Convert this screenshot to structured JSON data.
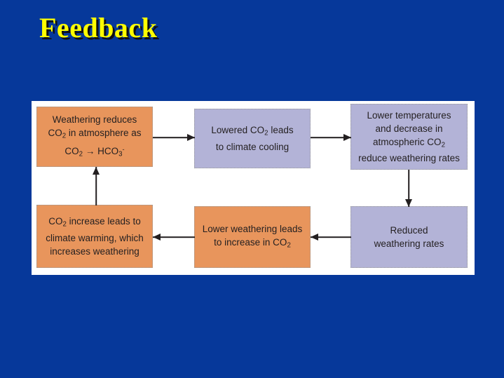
{
  "slide": {
    "title": "Feedback",
    "background_color": "#06389a",
    "title_color": "#ffff00",
    "panel_color": "#ffffff"
  },
  "palette": {
    "orange_box": "#e8955c",
    "purple_box": "#b3b3d7",
    "text": "#231f20",
    "arrow": "#231f20"
  },
  "diagram": {
    "type": "cycle-flowchart",
    "boxes": [
      {
        "id": "weathering-reduces",
        "color": "orange",
        "lines": [
          "Weathering reduces",
          "CO2 in atmosphere as",
          "CO2 -> HCO3-"
        ],
        "line1": "Weathering reduces",
        "line2_pre": "CO",
        "line2_sub": "2",
        "line2_post": " in atmosphere as",
        "line3_pre": "CO",
        "line3_sub": "2",
        "line3_mid": " → HCO",
        "line3_sub2": "3",
        "line3_sup": "-"
      },
      {
        "id": "lowered-co2",
        "color": "purple",
        "line1_pre": "Lowered CO",
        "line1_sub": "2",
        "line1_post": " leads",
        "line2": "to climate cooling"
      },
      {
        "id": "lower-temperatures",
        "color": "purple",
        "line1": "Lower temperatures",
        "line2": "and decrease in",
        "line3_pre": "atmospheric CO",
        "line3_sub": "2",
        "line4": "reduce weathering rates"
      },
      {
        "id": "reduced-weathering-rates",
        "color": "purple",
        "line1": "Reduced",
        "line2": "weathering rates"
      },
      {
        "id": "lower-weathering",
        "color": "orange",
        "line1": "Lower weathering leads",
        "line2_pre": "to increase in CO",
        "line2_sub": "2"
      },
      {
        "id": "co2-increase",
        "color": "orange",
        "line1_pre": "CO",
        "line1_sub": "2",
        "line1_post": " increase leads to",
        "line2": "climate warming, which",
        "line3": "increases weathering"
      }
    ],
    "arrows": [
      {
        "id": "weathering-to-cooling",
        "from": "weathering-reduces",
        "to": "lowered-co2",
        "direction": "right"
      },
      {
        "id": "cooling-to-lowertemp",
        "from": "lowered-co2",
        "to": "lower-temperatures",
        "direction": "right"
      },
      {
        "id": "lowertemp-to-reduced",
        "from": "lower-temperatures",
        "to": "reduced-weathering-rates",
        "direction": "down"
      },
      {
        "id": "reduced-to-lowerweath",
        "from": "reduced-weathering-rates",
        "to": "lower-weathering",
        "direction": "left"
      },
      {
        "id": "lowerweath-to-co2inc",
        "from": "lower-weathering",
        "to": "co2-increase",
        "direction": "left"
      },
      {
        "id": "co2inc-to-weathering",
        "from": "co2-increase",
        "to": "weathering-reduces",
        "direction": "up"
      }
    ]
  }
}
